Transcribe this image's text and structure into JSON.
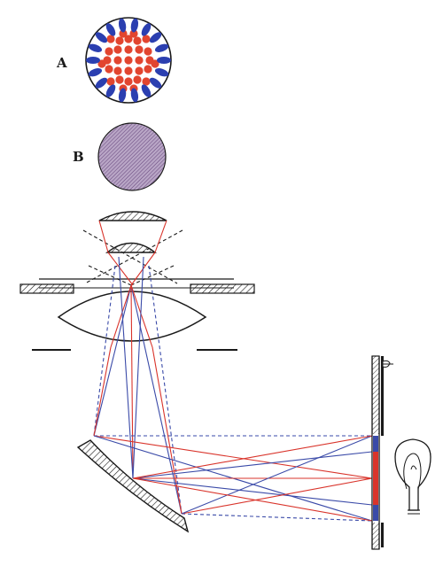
{
  "figure": {
    "label_a": "A",
    "label_b": "B"
  },
  "colors": {
    "ink": "#1a1a1a",
    "red_ray": "#d9342b",
    "blue_ray": "#3a4aa8",
    "red_dot": "#e2452f",
    "blue_petal": "#2b3fb0",
    "purple_disc": "#8a6a9a"
  },
  "icons": {
    "light_source": "light-bulb-icon",
    "mirror": "concave-mirror",
    "condenser": "condenser-lens",
    "objective": "objective-lens"
  }
}
